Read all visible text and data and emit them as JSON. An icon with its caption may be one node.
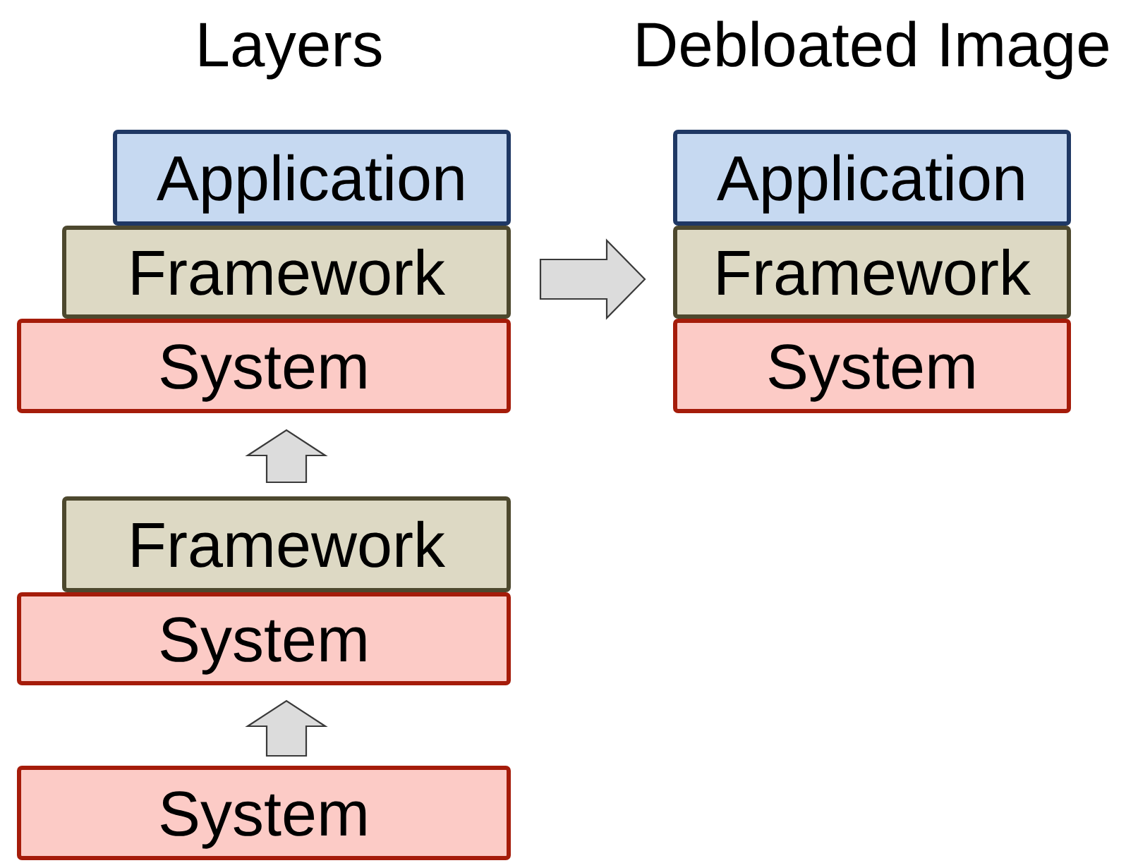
{
  "diagram": {
    "nodes": [
      {
        "text": [
          "Application"
        ]
      },
      {
        "text": [
          "Framework"
        ]
      },
      {
        "text": [
          "System"
        ]
      },
      {
        "text": [
          "Framework"
        ]
      },
      {
        "text": [
          "System"
        ]
      },
      {
        "text": [
          "System"
        ]
      },
      {
        "text": [
          "Application"
        ]
      },
      {
        "text": [
          "Framework"
        ]
      },
      {
        "text": [
          "System"
        ]
      }
    ],
    "edges": [
      {
        "from": 1,
        "to": 7,
        "arrow": "to"
      },
      {
        "from": 3,
        "to": 2,
        "arrow": "to"
      },
      {
        "from": 5,
        "to": 4,
        "arrow": "to"
      }
    ],
    "labels": [
      "Layers",
      "Debloated Image"
    ]
  }
}
